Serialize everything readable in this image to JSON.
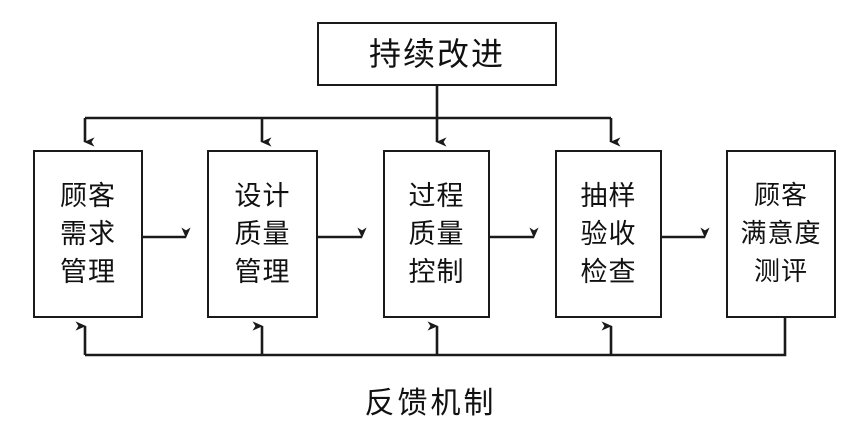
{
  "diagram": {
    "title_box": {
      "id": "continuous-improvement",
      "lines": [
        "持续改进"
      ]
    },
    "process_nodes": [
      {
        "id": "customer-requirements-management",
        "lines": [
          "顾客",
          "需求",
          "管理"
        ]
      },
      {
        "id": "design-quality-management",
        "lines": [
          "设计",
          "质量",
          "管理"
        ]
      },
      {
        "id": "process-quality-control",
        "lines": [
          "过程",
          "质量",
          "控制"
        ]
      },
      {
        "id": "sampling-acceptance-inspection",
        "lines": [
          "抽样",
          "验收",
          "检查"
        ]
      },
      {
        "id": "customer-satisfaction-evaluation",
        "lines": [
          "顾客",
          "满意度",
          "测评"
        ]
      }
    ],
    "feedback_label": "反馈机制",
    "colors": {
      "line": "#1a1a1a",
      "text": "#111111",
      "background": "#ffffff"
    },
    "chart_data": {
      "type": "diagram",
      "title": "持续改进",
      "nodes": [
        "持续改进",
        "顾客需求管理",
        "设计质量管理",
        "过程质量控制",
        "抽样验收检查",
        "顾客满意度测评"
      ],
      "flow_sequence": [
        "顾客需求管理",
        "设计质量管理",
        "过程质量控制",
        "抽样验收检查",
        "顾客满意度测评"
      ],
      "top_distribution_targets": [
        "顾客需求管理",
        "设计质量管理",
        "过程质量控制",
        "抽样验收检查"
      ],
      "feedback_source": "顾客满意度测评",
      "feedback_targets": [
        "顾客需求管理",
        "设计质量管理",
        "过程质量控制",
        "抽样验收检查"
      ],
      "feedback_label": "反馈机制"
    }
  }
}
